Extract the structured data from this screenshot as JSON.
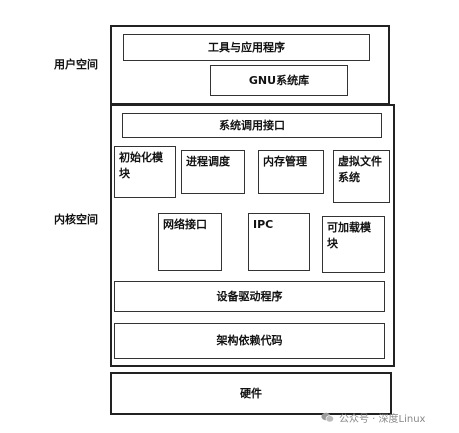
{
  "user_space": {
    "label": "用户空间",
    "tools_apps": "工具与应用程序",
    "gnu_lib": "GNU系统库"
  },
  "kernel_space": {
    "label": "内核空间",
    "syscall": "系统调用接口",
    "init": "初始化模块",
    "process_sched": "进程调度",
    "memory_mgmt": "内存管理",
    "vfs": "虚拟文件系统",
    "net_iface": "网络接口",
    "ipc": "IPC",
    "loadable": "可加载模块",
    "device_drivers": "设备驱动程序",
    "arch_code": "架构依赖代码"
  },
  "hardware": {
    "label": "硬件"
  },
  "watermark": {
    "text": "公众号 · 深度Linux",
    "icon": "wechat-icon"
  }
}
